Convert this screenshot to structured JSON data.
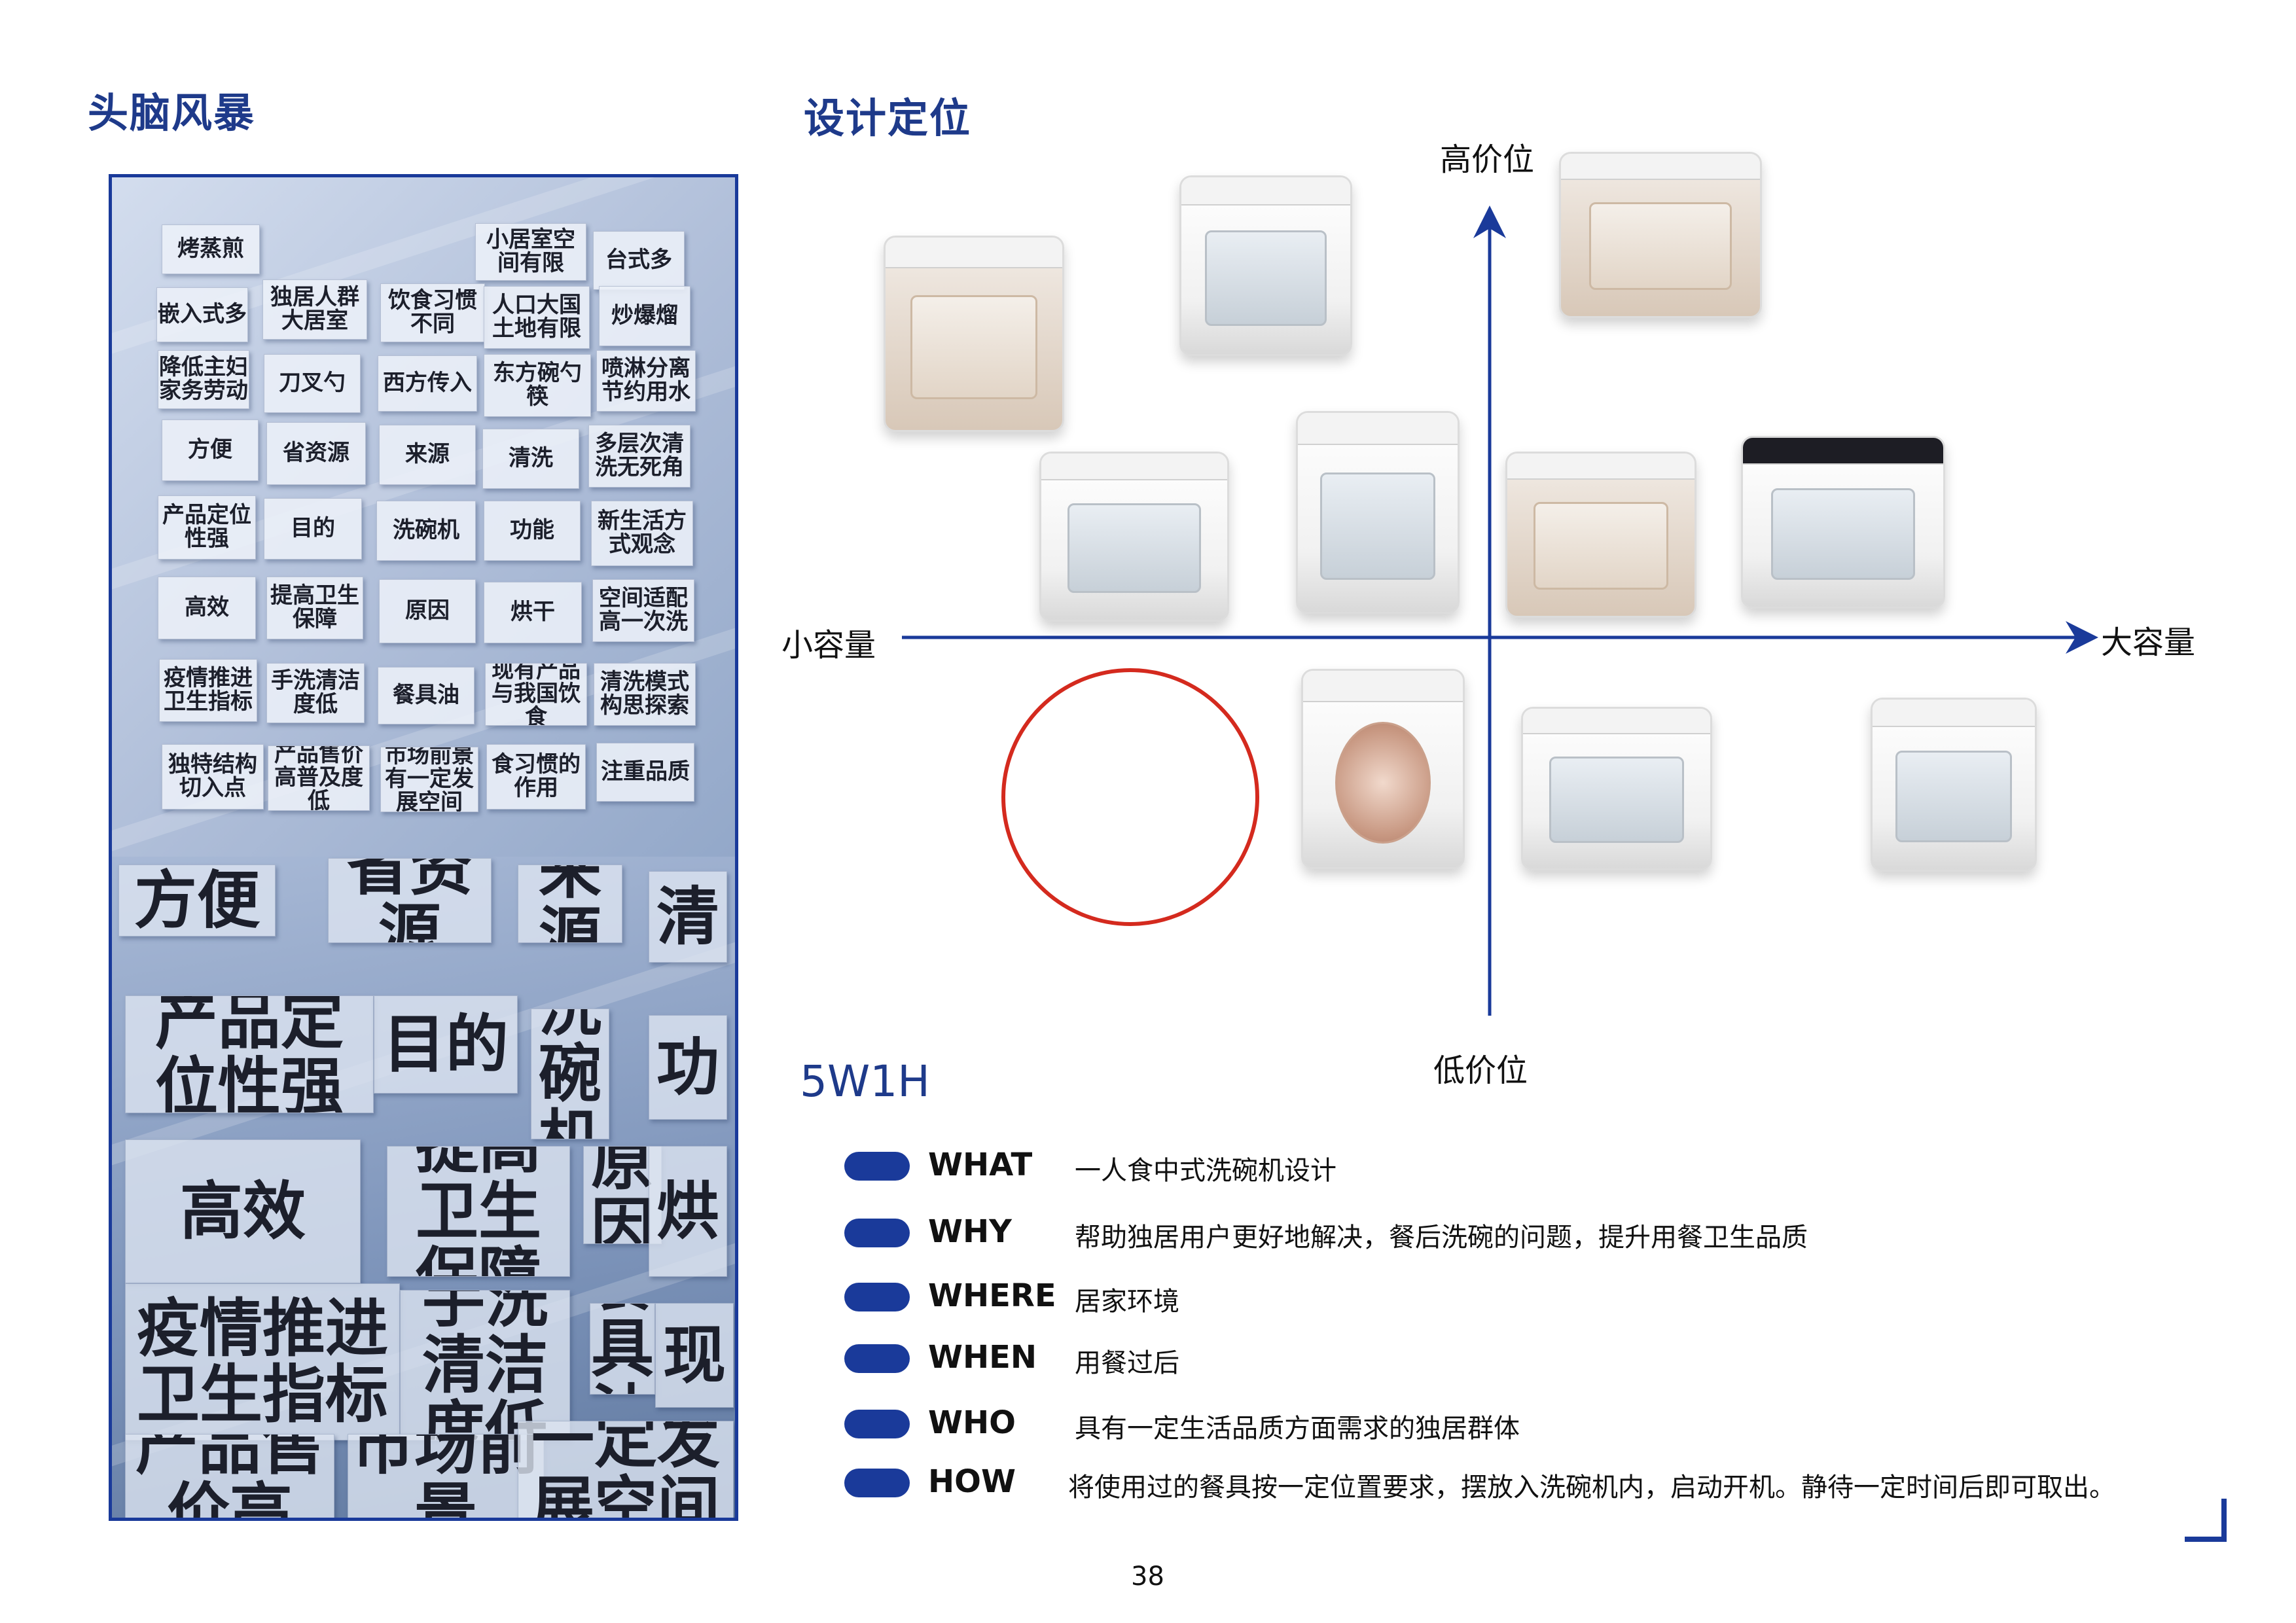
{
  "brainstorm": {
    "title": "头脑风暴",
    "notes_top": [
      "烤蒸煎",
      "小居室空间有限",
      "台式多",
      "嵌入式多",
      "独居人群大居室",
      "饮食习惯不同",
      "人口大国土地有限",
      "炒爆熘",
      "降低主妇家务劳动",
      "刀叉勺",
      "西方传入",
      "东方碗勺筷",
      "喷淋分离节约用水",
      "方便",
      "省资源",
      "来源",
      "清洗",
      "多层次清洗无死角",
      "产品定位性强",
      "目的",
      "洗碗机",
      "功能",
      "新生活方式观念",
      "高效",
      "提高卫生保障",
      "原因",
      "烘干",
      "空间适配高一次洗",
      "疫情推进卫生指标",
      "手洗清洁度低",
      "餐具油",
      "现有产品与我国饮食",
      "清洗模式构思探索",
      "独特结构切入点",
      "产品售价高普及度低",
      "市场前景有一定发展空间",
      "食习惯的作用",
      "注重品质"
    ],
    "notes_bottom": [
      "方便",
      "省资源",
      "来源",
      "清",
      "产品定位性强",
      "目的",
      "洗碗机",
      "功",
      "高效",
      "提高卫生保障",
      "原因",
      "烘",
      "疫情推进卫生指标",
      "手洗清洁度低",
      "餐具油",
      "现",
      "产品售价高",
      "市场前景",
      "一定发展空间"
    ]
  },
  "positioning": {
    "title": "设计定位",
    "axis_top": "高价位",
    "axis_bottom": "低价位",
    "axis_left": "小容量",
    "axis_right": "大容量",
    "axis_color": "#1a3a9a",
    "highlight_color": "#d42a1e",
    "products": [
      {
        "name": "hisense-compact",
        "style": "gold"
      },
      {
        "name": "white-cube-top",
        "style": "plain"
      },
      {
        "name": "drawer-open-unit",
        "style": "gold"
      },
      {
        "name": "white-tabletop",
        "style": "plain"
      },
      {
        "name": "mini-badge-unit",
        "style": "plain"
      },
      {
        "name": "champagne-box",
        "style": "gold"
      },
      {
        "name": "midea-dark-front",
        "style": "dark"
      },
      {
        "name": "porthole-unit",
        "style": "round"
      },
      {
        "name": "white-gold-base",
        "style": "plain"
      },
      {
        "name": "glass-front-unit",
        "style": "plain"
      }
    ]
  },
  "five_w_one_h": {
    "title": "5W1H",
    "rows": [
      {
        "key": "WHAT",
        "value": "一人食中式洗碗机设计"
      },
      {
        "key": "WHY",
        "value": "帮助独居用户更好地解决，餐后洗碗的问题，提升用餐卫生品质"
      },
      {
        "key": "WHERE",
        "value": "居家环境"
      },
      {
        "key": "WHEN",
        "value": "用餐过后"
      },
      {
        "key": "WHO",
        "value": "具有一定生活品质方面需求的独居群体"
      },
      {
        "key": "HOW",
        "value": "将使用过的餐具按一定位置要求，摆放入洗碗机内，启动开机。静待一定时间后即可取出。"
      }
    ]
  },
  "page_number": "38"
}
